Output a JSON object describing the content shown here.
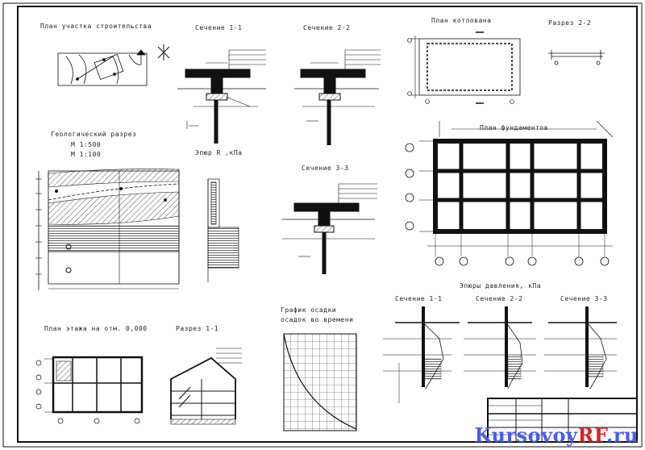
{
  "titles": {
    "site_plan": "План участка строительства",
    "section_1": "Сечение 1-1",
    "section_2": "Сечение 2-2",
    "pit_plan": "План котлована",
    "cut_2_2": "Разрез 2-2",
    "geo_section": "Геологический разрез",
    "scale_h": "М 1:500",
    "scale_v": "М 1:100",
    "diagram_r": "Эпюр R ,кПа",
    "section_3": "Сечение 3-3",
    "foundation_plan": "План фундаментов",
    "pressure_diagrams": "Эпюры давления, кПа",
    "pd_section_1": "Сечение 1-1",
    "pd_section_2": "Сечение 2-2",
    "pd_section_3": "Сечение 3-3",
    "floor_plan": "План этажа на отм. 0,000",
    "cut_1_1": "Разрез 1-1",
    "settlement_graph": "График осадки",
    "settlement_graph_2": "осадок во времени"
  },
  "watermark": {
    "part1": "Kursovoy",
    "part2": "RF",
    "part3": ".ru"
  },
  "colors": {
    "ink": "#111111",
    "watermark_blue": "#4a5ee8",
    "watermark_red": "#e0201e"
  }
}
